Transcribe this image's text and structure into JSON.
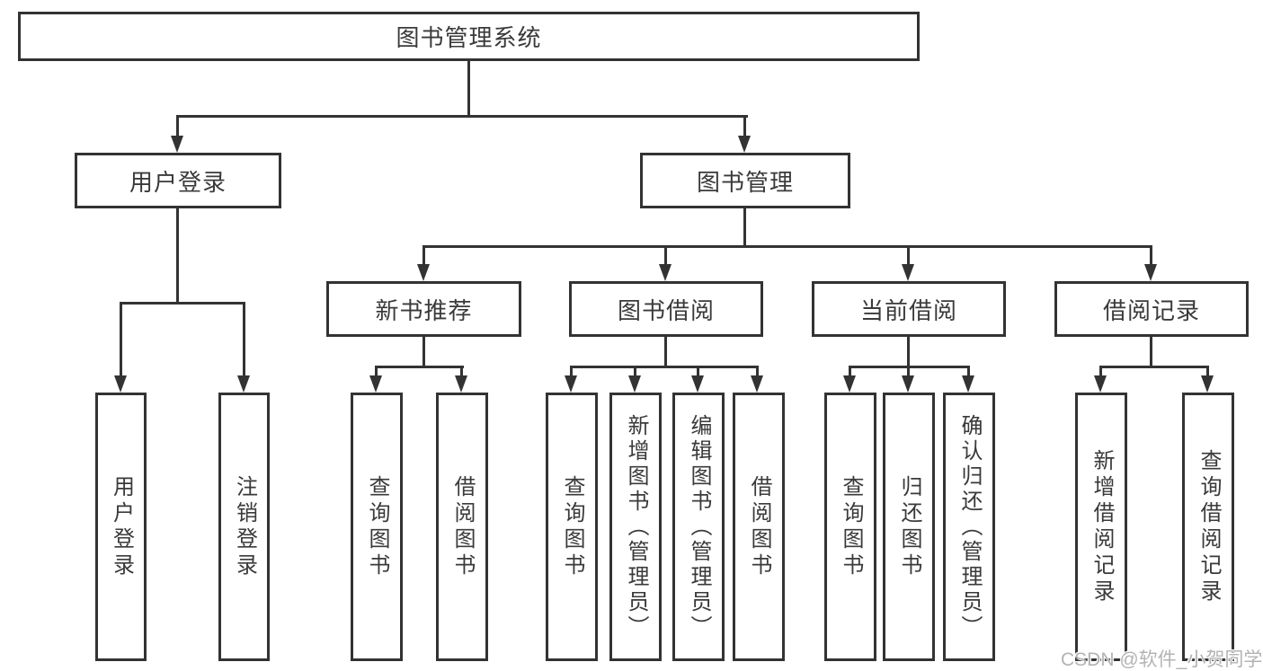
{
  "tree": {
    "label": "图书管理系统",
    "children": [
      {
        "label": "用户登录",
        "children": [
          {
            "label": "用户登录"
          },
          {
            "label": "注销登录"
          }
        ]
      },
      {
        "label": "图书管理",
        "children": [
          {
            "label": "新书推荐",
            "children": [
              {
                "label": "查询图书"
              },
              {
                "label": "借阅图书"
              }
            ]
          },
          {
            "label": "图书借阅",
            "children": [
              {
                "label": "查询图书"
              },
              {
                "label": "新增图书（管理员）"
              },
              {
                "label": "编辑图书（管理员）"
              },
              {
                "label": "借阅图书"
              }
            ]
          },
          {
            "label": "当前借阅",
            "children": [
              {
                "label": "查询图书"
              },
              {
                "label": "归还图书"
              },
              {
                "label": "确认归还（管理员）"
              }
            ]
          },
          {
            "label": "借阅记录",
            "children": [
              {
                "label": "新增借阅记录"
              },
              {
                "label": "查询借阅记录"
              }
            ]
          }
        ]
      }
    ]
  },
  "watermark": "CSDN @软件_小贺同学",
  "colors": {
    "line": "#333333",
    "box_border": "#333333",
    "box_fill": "#ffffff",
    "text": "#3a3a3a",
    "watermark": "#b3b3b3"
  }
}
